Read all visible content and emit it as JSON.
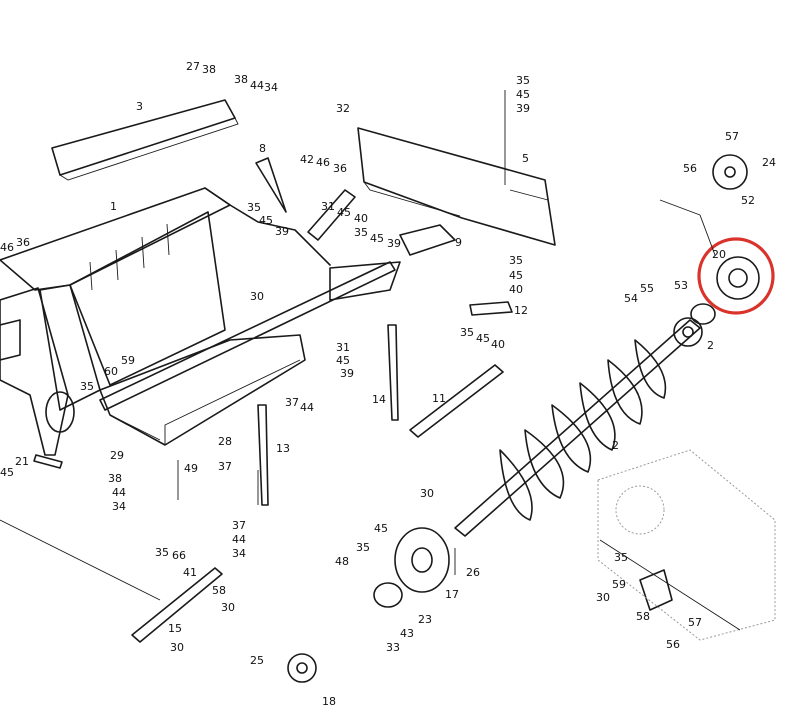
{
  "diagram": {
    "highlight_color": "#d9332b",
    "highlighted_part": "20",
    "labels": [
      "27",
      "38",
      "38",
      "44",
      "34",
      "3",
      "35",
      "45",
      "39",
      "32",
      "5",
      "8",
      "42",
      "46",
      "36",
      "57",
      "24",
      "56",
      "52",
      "1",
      "35",
      "45",
      "39",
      "31",
      "45",
      "40",
      "35",
      "45",
      "39",
      "9",
      "46",
      "36",
      "20",
      "35",
      "45",
      "40",
      "12",
      "55",
      "53",
      "54",
      "30",
      "2",
      "35",
      "45",
      "40",
      "31",
      "45",
      "39",
      "60",
      "59",
      "35",
      "14",
      "11",
      "37",
      "44",
      "28",
      "37",
      "13",
      "29",
      "49",
      "38",
      "44",
      "34",
      "21",
      "45",
      "2",
      "30",
      "45",
      "35",
      "26",
      "37",
      "44",
      "34",
      "35",
      "66",
      "41",
      "58",
      "30",
      "48",
      "17",
      "23",
      "43",
      "33",
      "15",
      "30",
      "25",
      "18",
      "35",
      "59",
      "30",
      "58",
      "57",
      "56"
    ]
  }
}
